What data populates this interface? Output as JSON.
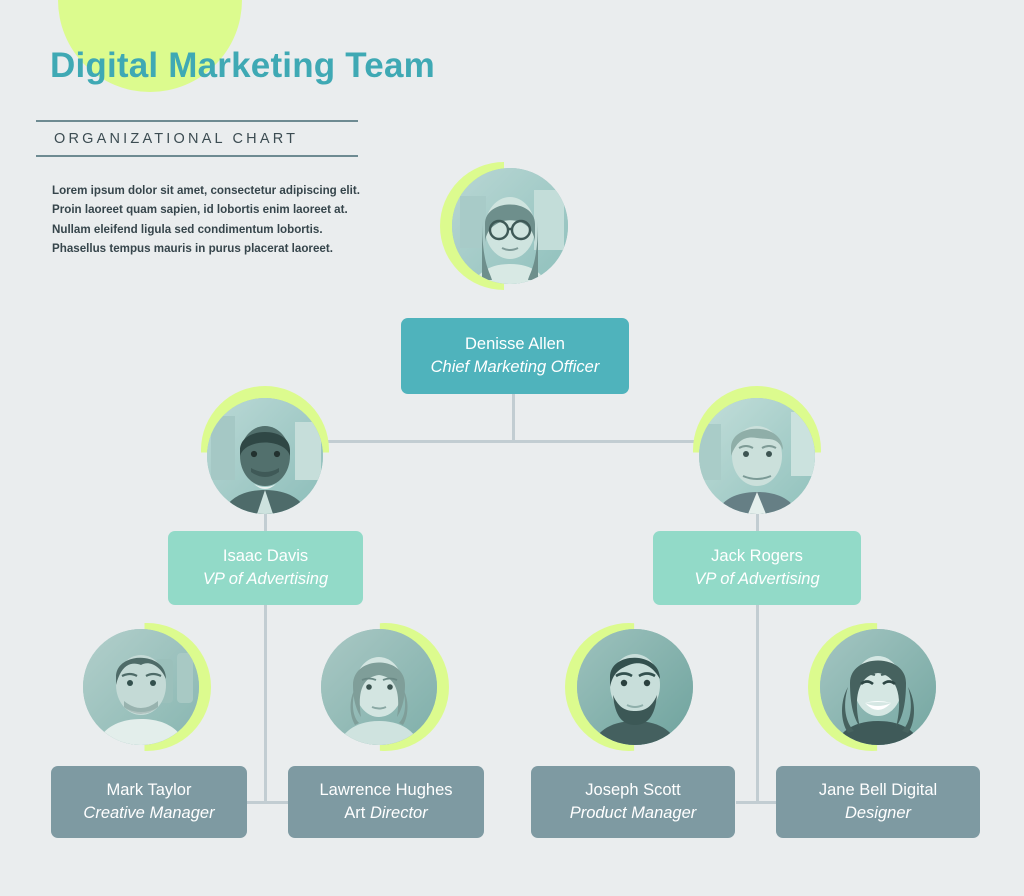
{
  "header": {
    "title": "Digital Marketing Team",
    "subtitle": "ORGANIZATIONAL CHART",
    "paragraph": "Lorem ipsum dolor sit amet, consectetur adipiscing elit. Proin laoreet quam sapien, id lobortis enim laoreet at. Nullam eleifend ligula sed condimentum lobortis. Phasellus tempus mauris in purus placerat laoreet."
  },
  "colors": {
    "background": "#EAEDEE",
    "title": "#3FA9B4",
    "accent_lime": "#DCFB8E",
    "level1_card": "#4FB3BC",
    "level2_card": "#92DAC8",
    "level3_card": "#7E9AA2",
    "connector": "#C2CDD2",
    "rule": "#6E8B92"
  },
  "chart_data": {
    "type": "org-chart",
    "title": "Digital Marketing Team",
    "levels": 3,
    "nodes": [
      {
        "id": "cmo",
        "name": "Denisse Allen",
        "role": "Chief Marketing Officer",
        "level": 1,
        "reports_to": null,
        "avatar": "portrait-woman-glasses"
      },
      {
        "id": "vp-left",
        "name": "Isaac Davis",
        "role": "VP of Advertising",
        "level": 2,
        "reports_to": "cmo",
        "avatar": "portrait-man-suit"
      },
      {
        "id": "vp-right",
        "name": "Jack Rogers",
        "role": "VP of Advertising",
        "level": 2,
        "reports_to": "cmo",
        "avatar": "portrait-man-blond"
      },
      {
        "id": "creative-manager",
        "name": "Mark Taylor",
        "role": "Creative Manager",
        "level": 3,
        "reports_to": "vp-left",
        "avatar": "portrait-man-smiling"
      },
      {
        "id": "art-director",
        "name": "Lawrence Hughes",
        "role_prefix": "Art",
        "role": "Director",
        "level": 3,
        "reports_to": "vp-left",
        "avatar": "portrait-woman-bob"
      },
      {
        "id": "product-manager",
        "name": "Joseph Scott",
        "role": "Product Manager",
        "level": 3,
        "reports_to": "vp-right",
        "avatar": "portrait-man-beard"
      },
      {
        "id": "digital-designer",
        "name": "Jane Bell Digital",
        "role": "Designer",
        "level": 3,
        "reports_to": "vp-right",
        "avatar": "portrait-woman-laughing"
      }
    ]
  }
}
